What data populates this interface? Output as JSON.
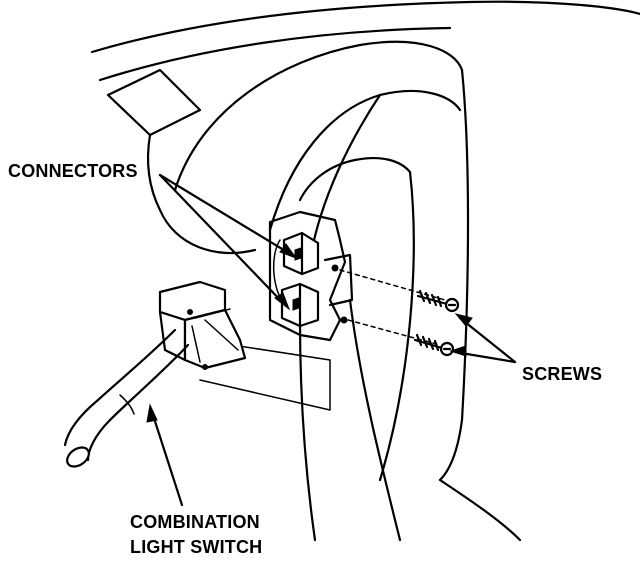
{
  "labels": {
    "connectors": "CONNECTORS",
    "screws": "SCREWS",
    "switch_line1": "COMBINATION",
    "switch_line2": "LIGHT SWITCH"
  },
  "colors": {
    "ink": "#000000",
    "paper": "#ffffff"
  }
}
